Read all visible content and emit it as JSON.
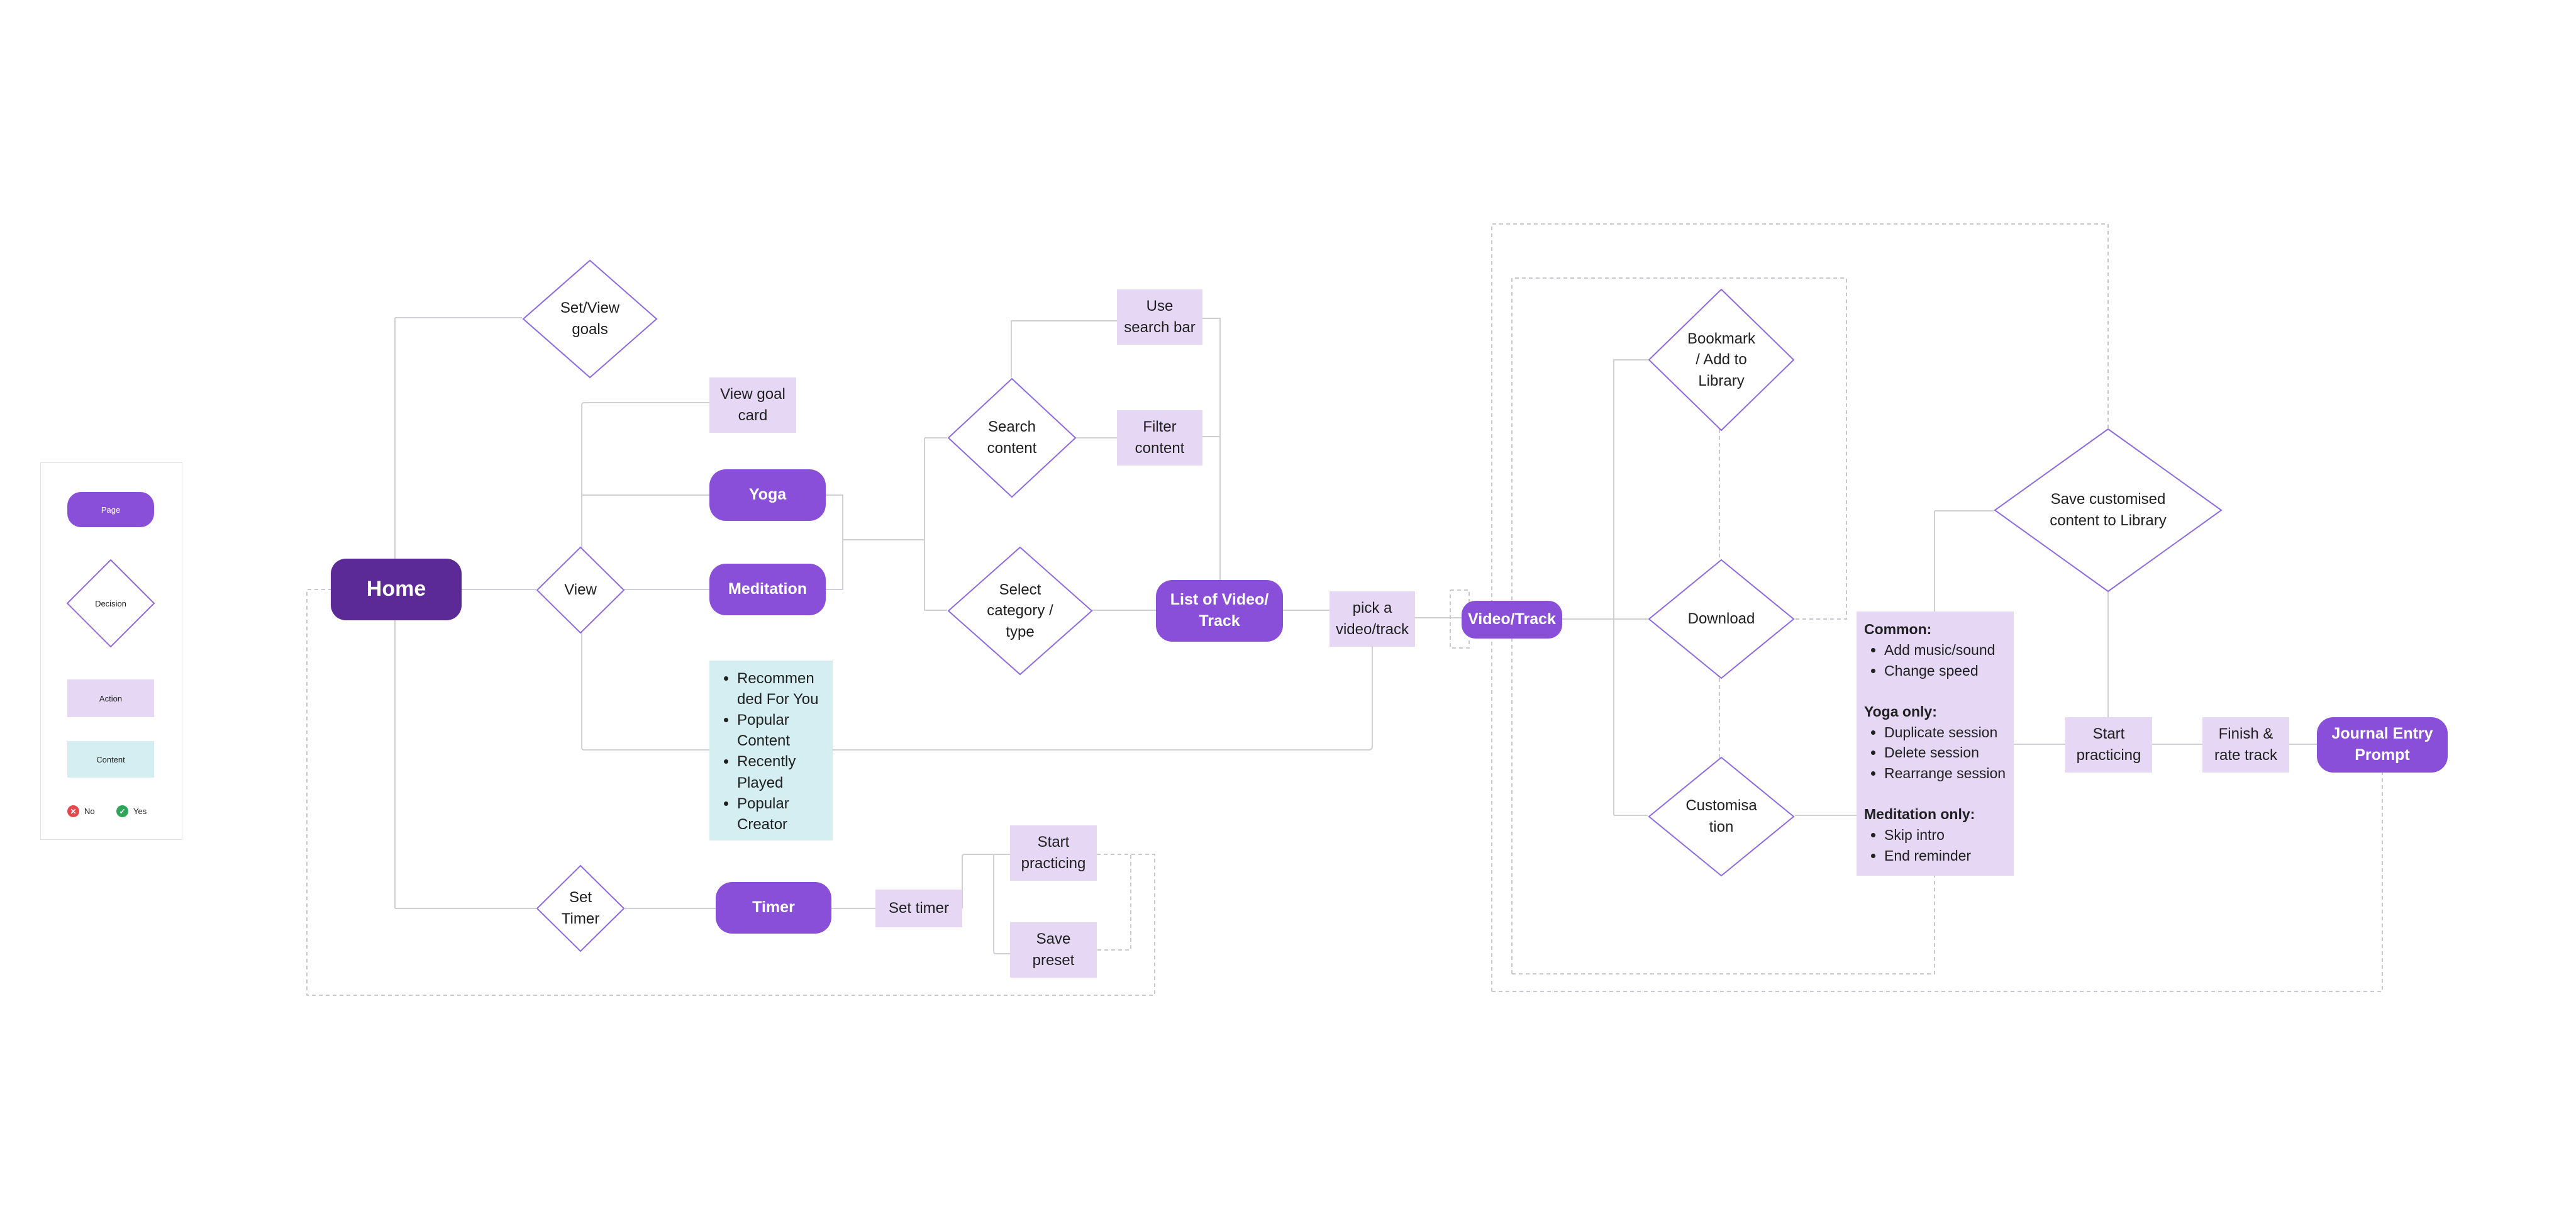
{
  "colors": {
    "page": "#8a4fd8",
    "home": "#5b2a96",
    "action": "#e6d8f4",
    "content": "#d4eef2",
    "decision_stroke": "#8e6ae0",
    "connector": "#cfcfd6",
    "no": "#e5484d",
    "yes": "#2fa55a"
  },
  "legend": {
    "page": "Page",
    "decision": "Decision",
    "action": "Action",
    "content": "Content",
    "no": "No",
    "yes": "Yes",
    "no_icon": "x-circle-icon",
    "yes_icon": "check-circle-icon"
  },
  "pages": {
    "home": "Home",
    "yoga": "Yoga",
    "meditation": "Meditation",
    "timer": "Timer",
    "list": "List of Video/ Track",
    "video": "Video/Track",
    "journal": "Journal Entry Prompt"
  },
  "decisions": {
    "goals": "Set/View goals",
    "view": "View",
    "set_timer": "Set Timer",
    "search": "Search content",
    "select": "Select category / type",
    "bookmark": "Bookmark / Add to Library",
    "download": "Download",
    "customise": "Customisa tion",
    "save_custom": "Save customised content to Library"
  },
  "actions": {
    "goal_card": "View goal card",
    "search_bar": "Use search bar",
    "filter": "Filter content",
    "pick": "pick a video/track",
    "set_timer": "Set timer",
    "start_timer": "Start practicing",
    "save_preset": "Save preset",
    "start_main": "Start practicing",
    "finish": "Finish & rate track"
  },
  "content_list": [
    "Recommen ded For You",
    "Popular Content",
    "Recently Played",
    "Popular Creator"
  ],
  "customisation": {
    "common_heading": "Common:",
    "common": [
      "Add music/sound",
      "Change speed"
    ],
    "yoga_heading": "Yoga only:",
    "yoga": [
      "Duplicate session",
      "Delete session",
      "Rearrange session"
    ],
    "meditation_heading": "Meditation only:",
    "meditation": [
      "Skip intro",
      "End reminder"
    ]
  }
}
